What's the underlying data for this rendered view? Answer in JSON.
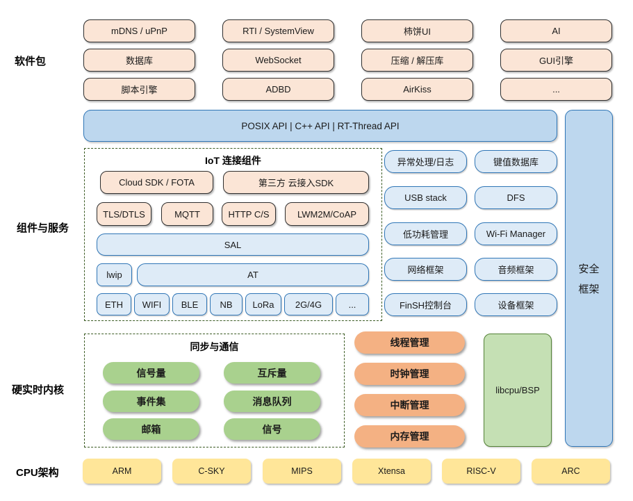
{
  "side_labels": {
    "packages": "软件包",
    "components": "组件与服务",
    "kernel": "硬实时内核",
    "cpu": "CPU架构"
  },
  "packages": {
    "rows": [
      [
        "mDNS / uPnP",
        "RTI / SystemView",
        "柿饼UI",
        "AI"
      ],
      [
        "数据库",
        "WebSocket",
        "压缩 / 解压库",
        "GUI引擎"
      ],
      [
        "脚本引擎",
        "ADBD",
        "AirKiss",
        "..."
      ]
    ]
  },
  "api_bar": {
    "label": "POSIX API  |  C++ API  |  RT-Thread API"
  },
  "security": {
    "line1": "安全",
    "line2": "框架"
  },
  "iot": {
    "title": "IoT 连接组件",
    "cloud_sdk": "Cloud SDK / FOTA",
    "third_party": "第三方 云接入SDK",
    "protocols": [
      "TLS/DTLS",
      "MQTT",
      "HTTP C/S",
      "LWM2M/CoAP"
    ],
    "sal": "SAL",
    "lwip": "lwip",
    "at": "AT",
    "links": [
      "ETH",
      "WIFI",
      "BLE",
      "NB",
      "LoRa",
      "2G/4G",
      "..."
    ]
  },
  "services": {
    "rows": [
      [
        "异常处理/日志",
        "键值数据库"
      ],
      [
        "USB stack",
        "DFS"
      ],
      [
        "低功耗管理",
        "Wi-Fi Manager"
      ],
      [
        "网络框架",
        "音频框架"
      ],
      [
        "FinSH控制台",
        "设备框架"
      ]
    ]
  },
  "sync": {
    "title": "同步与通信",
    "rows": [
      [
        "信号量",
        "互斥量"
      ],
      [
        "事件集",
        "消息队列"
      ],
      [
        "邮箱",
        "信号"
      ]
    ]
  },
  "kernel_mgmt": {
    "items": [
      "线程管理",
      "时钟管理",
      "中断管理",
      "内存管理"
    ]
  },
  "libcpu": {
    "label": "libcpu/BSP"
  },
  "cpu_arch": {
    "items": [
      "ARM",
      "C-SKY",
      "MIPS",
      "Xtensa",
      "RISC-V",
      "ARC"
    ]
  },
  "colors": {
    "peach_fill": "#FBE5D6",
    "blue_bar_fill": "#BDD7EE",
    "blue_box_fill": "#DEEBF7",
    "blue_border": "#2E75B6",
    "green_pill_fill": "#A9D18E",
    "green_box_fill": "#C5E0B4",
    "green_border": "#538135",
    "orange_pill_fill": "#F4B183",
    "yellow_fill": "#FFE699",
    "dash_border": "#3A5A22"
  }
}
